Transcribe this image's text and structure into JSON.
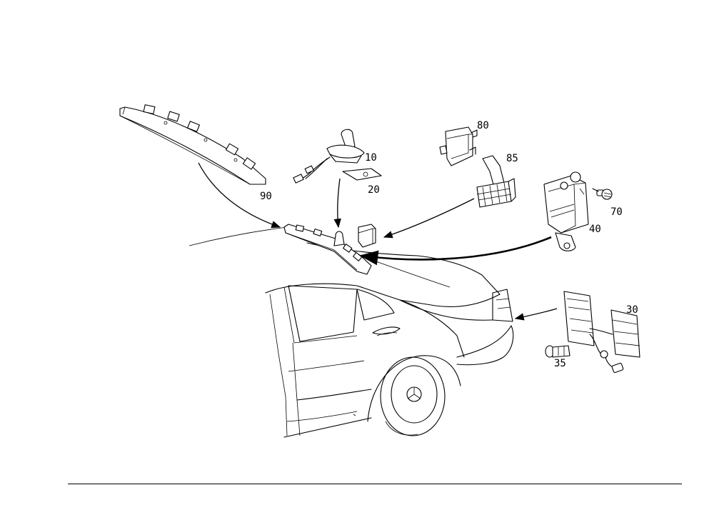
{
  "callouts": {
    "c10": "10",
    "c20": "20",
    "c30": "30",
    "c35": "35",
    "c40": "40",
    "c70": "70",
    "c80": "80",
    "c85": "85",
    "c90": "90"
  }
}
